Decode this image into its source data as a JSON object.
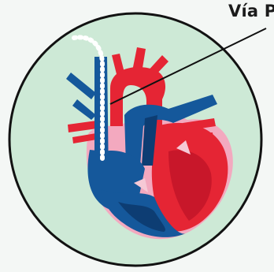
{
  "callout": {
    "label": "Vía P"
  },
  "colors": {
    "page_background": "#f4f7f5",
    "circle_fill": "#cde9d6",
    "circle_stroke": "#121212",
    "oxygenated_red": "#e52534",
    "deep_red": "#c8172a",
    "deoxygenated_blue": "#15589b",
    "dark_blue": "#0d3d73",
    "catheter_white": "#ffffff",
    "pericardium_pink": "#f3a9bf"
  },
  "icons": [
    "heart-illustration",
    "catheter-line",
    "callout-leader-line"
  ]
}
